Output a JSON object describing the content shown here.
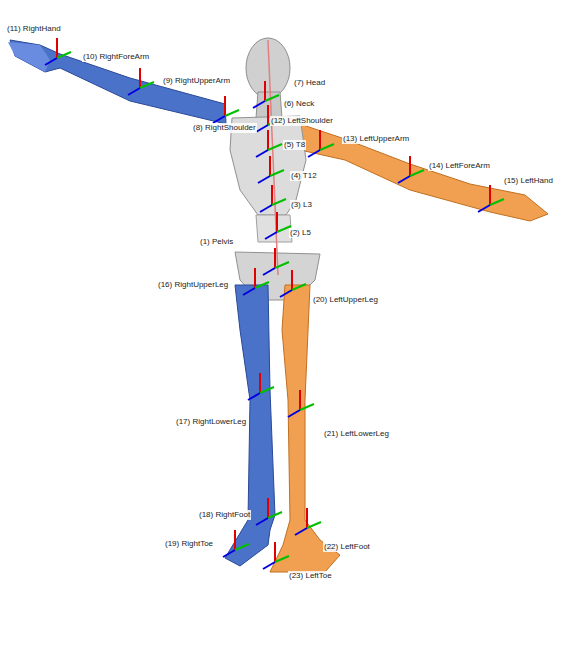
{
  "diagram": {
    "labels": [
      "(11) RightHand",
      "(10) RightForeArm",
      "(9) RightUpperArm",
      "(7) Head",
      "(6) Neck",
      "(8) RightShoulder",
      "(12) LeftShoulder",
      "(13) LeftUpperArm",
      "(5) T8",
      "(4) T12",
      "(14) LeftForeArm",
      "(15) LeftHand",
      "(3) L3",
      "(2) L5",
      "(1) Pelvis",
      "(16) RightUpperLeg",
      "(20) LeftUpperLeg",
      "(17) RightLowerLeg",
      "(21) LeftLowerLeg",
      "(18) RightFoot",
      "(19) RightToe",
      "(22) LeftFoot",
      "(23) LeftToe"
    ]
  }
}
